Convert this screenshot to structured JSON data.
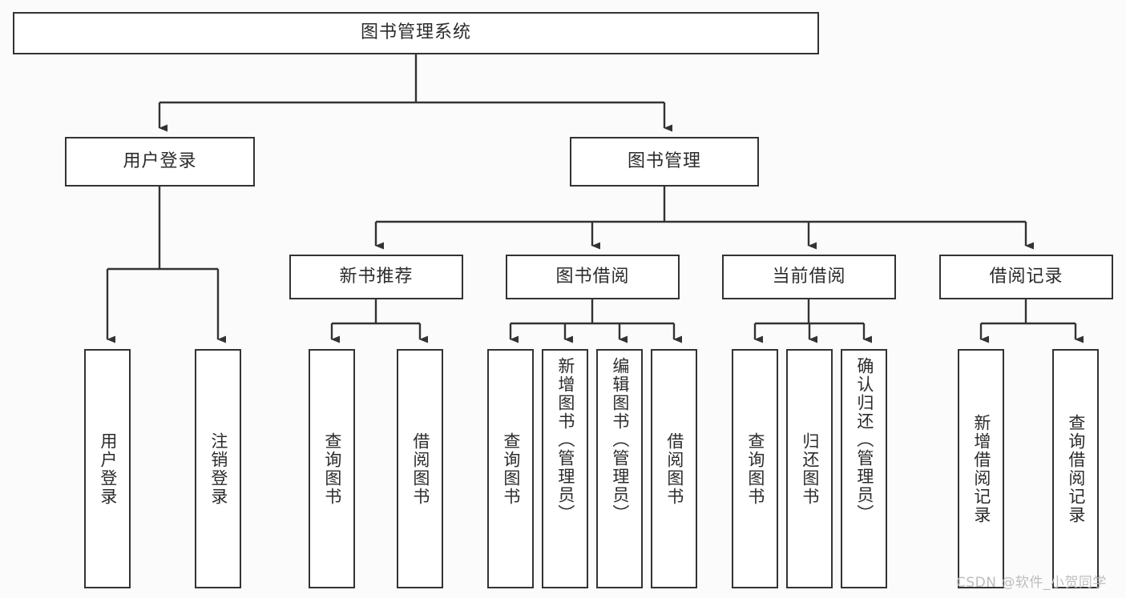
{
  "diagram": {
    "title": "图书管理系统",
    "type": "tree-hierarchy-chart",
    "root": {
      "label": "图书管理系统"
    },
    "level1": [
      {
        "label": "用户登录"
      },
      {
        "label": "图书管理"
      }
    ],
    "level2": [
      {
        "label": "新书推荐"
      },
      {
        "label": "图书借阅"
      },
      {
        "label": "当前借阅"
      },
      {
        "label": "借阅记录"
      }
    ],
    "leaves": {
      "user_login": [
        {
          "label": "用户登录"
        },
        {
          "label": "注销登录"
        }
      ],
      "new_book_recommend": [
        {
          "label": "查询图书"
        },
        {
          "label": "借阅图书"
        }
      ],
      "book_borrow": [
        {
          "label": "查询图书"
        },
        {
          "label": "新增图书（管理员）"
        },
        {
          "label": "编辑图书（管理员）"
        },
        {
          "label": "借阅图书"
        }
      ],
      "current_borrow": [
        {
          "label": "查询图书"
        },
        {
          "label": "归还图书"
        },
        {
          "label": "确认归还（管理员）"
        }
      ],
      "borrow_record": [
        {
          "label": "新增借阅记录"
        },
        {
          "label": "查询借阅记录"
        }
      ]
    }
  },
  "watermark": {
    "text": "CSDN @软件_小贺同学"
  },
  "colors": {
    "border": "#333333",
    "node_fill": "#ffffff",
    "text": "#2b2b2b",
    "background": "#fbfbfb",
    "watermark": "#bdbdbd"
  }
}
